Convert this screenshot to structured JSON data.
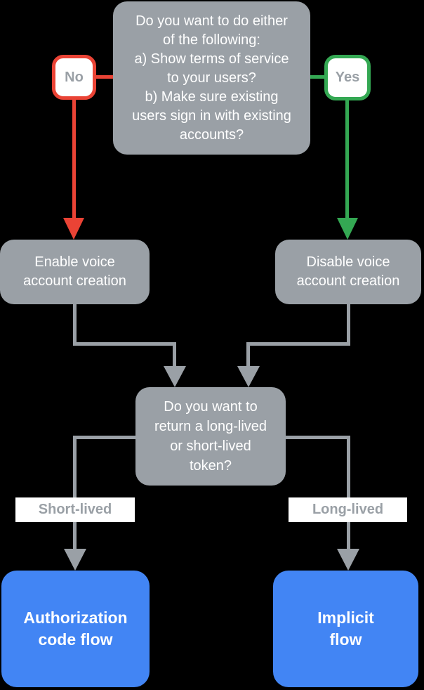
{
  "colors": {
    "node_gray": "#9AA0A6",
    "accent_red": "#EA4335",
    "accent_green": "#34A853",
    "accent_blue": "#4285F4",
    "node_text": "#FFFFFF",
    "label_text_gray": "#9AA0A6",
    "background": "#000000"
  },
  "nodes": {
    "top_question": {
      "lines": [
        "Do you want to do either",
        "of the following:",
        "a) Show terms of service",
        "to your users?",
        "b) Make sure existing",
        "users sign in with existing",
        "accounts?"
      ]
    },
    "no_badge": {
      "label": "No"
    },
    "yes_badge": {
      "label": "Yes"
    },
    "enable_voice": {
      "lines": [
        "Enable voice",
        "account creation"
      ]
    },
    "disable_voice": {
      "lines": [
        "Disable voice",
        "account creation"
      ]
    },
    "token_question": {
      "lines": [
        "Do you want to",
        "return a long-lived",
        "or short-lived",
        "token?"
      ]
    },
    "short_lived_label": {
      "label": "Short-lived"
    },
    "long_lived_label": {
      "label": "Long-lived"
    },
    "auth_code_flow": {
      "lines": [
        "Authorization",
        "code flow"
      ]
    },
    "implicit_flow": {
      "lines": [
        "Implicit",
        "flow"
      ]
    }
  }
}
